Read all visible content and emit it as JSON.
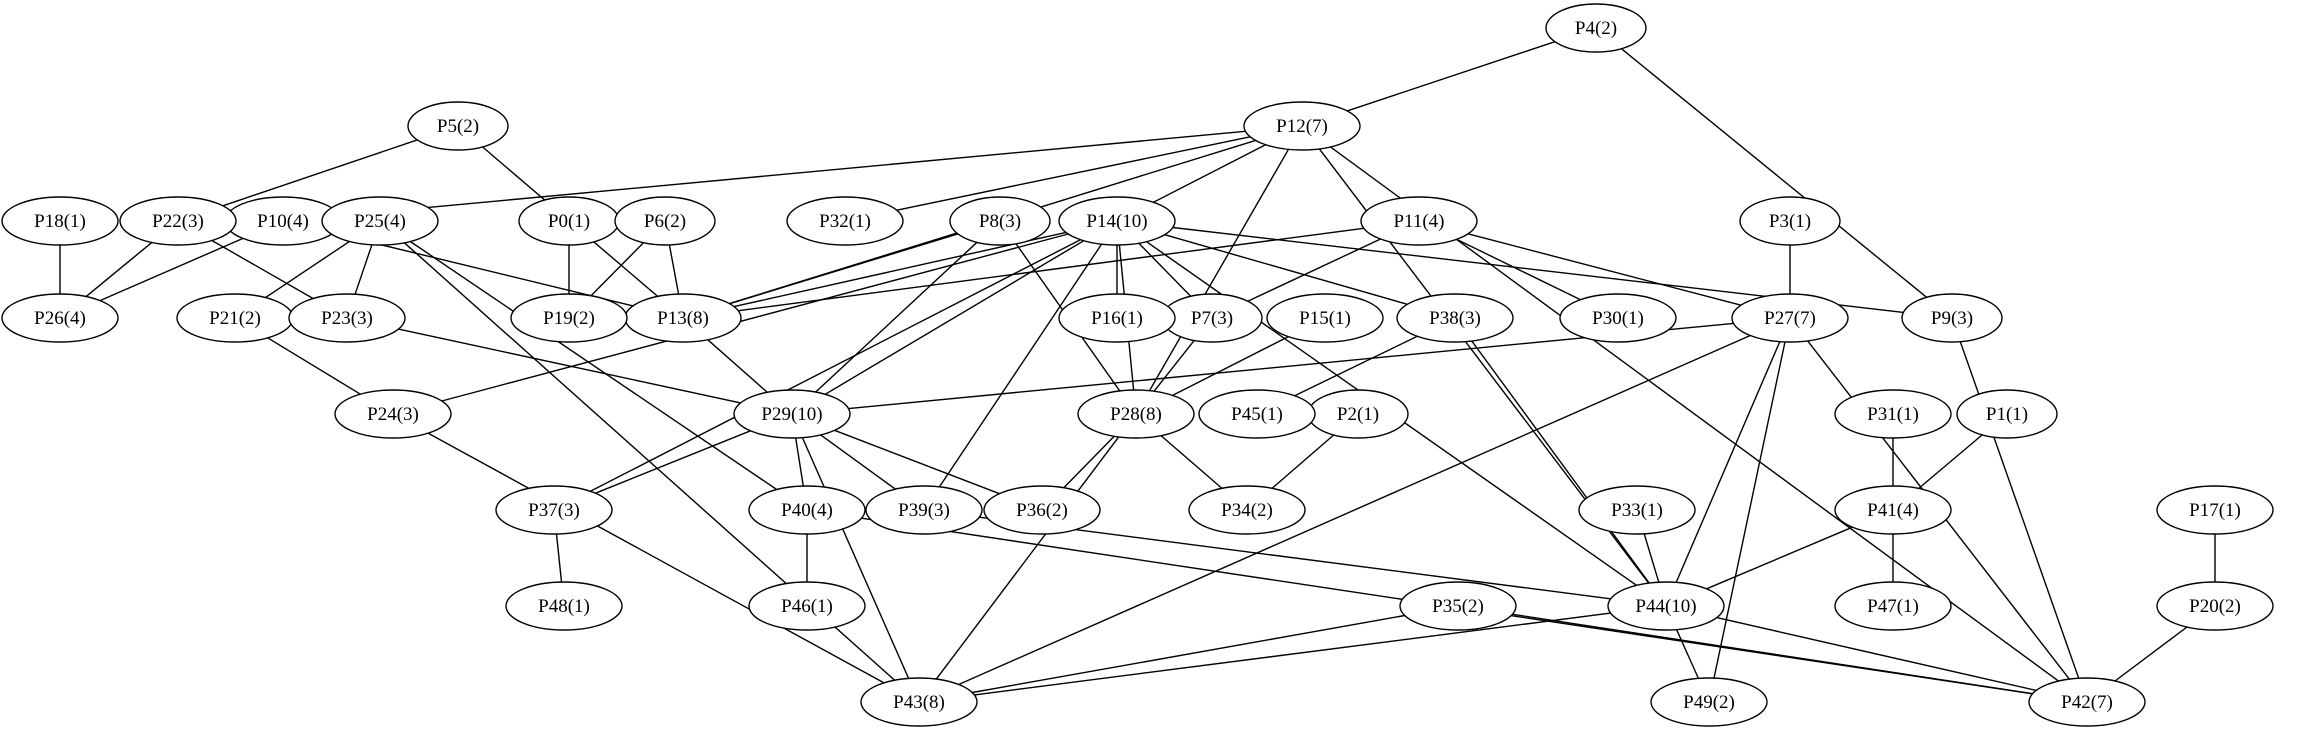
{
  "graph": {
    "nodes": [
      {
        "id": "P0",
        "label": "P0(1)"
      },
      {
        "id": "P1",
        "label": "P1(1)"
      },
      {
        "id": "P2",
        "label": "P2(1)"
      },
      {
        "id": "P3",
        "label": "P3(1)"
      },
      {
        "id": "P4",
        "label": "P4(2)"
      },
      {
        "id": "P5",
        "label": "P5(2)"
      },
      {
        "id": "P6",
        "label": "P6(2)"
      },
      {
        "id": "P7",
        "label": "P7(3)"
      },
      {
        "id": "P8",
        "label": "P8(3)"
      },
      {
        "id": "P9",
        "label": "P9(3)"
      },
      {
        "id": "P10",
        "label": "P10(4)"
      },
      {
        "id": "P11",
        "label": "P11(4)"
      },
      {
        "id": "P12",
        "label": "P12(7)"
      },
      {
        "id": "P13",
        "label": "P13(8)"
      },
      {
        "id": "P14",
        "label": "P14(10)"
      },
      {
        "id": "P15",
        "label": "P15(1)"
      },
      {
        "id": "P16",
        "label": "P16(1)"
      },
      {
        "id": "P17",
        "label": "P17(1)"
      },
      {
        "id": "P18",
        "label": "P18(1)"
      },
      {
        "id": "P19",
        "label": "P19(2)"
      },
      {
        "id": "P20",
        "label": "P20(2)"
      },
      {
        "id": "P21",
        "label": "P21(2)"
      },
      {
        "id": "P22",
        "label": "P22(3)"
      },
      {
        "id": "P23",
        "label": "P23(3)"
      },
      {
        "id": "P24",
        "label": "P24(3)"
      },
      {
        "id": "P25",
        "label": "P25(4)"
      },
      {
        "id": "P26",
        "label": "P26(4)"
      },
      {
        "id": "P27",
        "label": "P27(7)"
      },
      {
        "id": "P28",
        "label": "P28(8)"
      },
      {
        "id": "P29",
        "label": "P29(10)"
      },
      {
        "id": "P30",
        "label": "P30(1)"
      },
      {
        "id": "P31",
        "label": "P31(1)"
      },
      {
        "id": "P32",
        "label": "P32(1)"
      },
      {
        "id": "P33",
        "label": "P33(1)"
      },
      {
        "id": "P34",
        "label": "P34(2)"
      },
      {
        "id": "P35",
        "label": "P35(2)"
      },
      {
        "id": "P36",
        "label": "P36(2)"
      },
      {
        "id": "P37",
        "label": "P37(3)"
      },
      {
        "id": "P38",
        "label": "P38(3)"
      },
      {
        "id": "P39",
        "label": "P39(3)"
      },
      {
        "id": "P40",
        "label": "P40(4)"
      },
      {
        "id": "P41",
        "label": "P41(4)"
      },
      {
        "id": "P42",
        "label": "P42(7)"
      },
      {
        "id": "P43",
        "label": "P43(8)"
      },
      {
        "id": "P44",
        "label": "P44(10)"
      },
      {
        "id": "P45",
        "label": "P45(1)"
      },
      {
        "id": "P46",
        "label": "P46(1)"
      },
      {
        "id": "P47",
        "label": "P47(1)"
      },
      {
        "id": "P48",
        "label": "P48(1)"
      },
      {
        "id": "P49",
        "label": "P49(2)"
      }
    ],
    "edges": [
      [
        "P4",
        "P12"
      ],
      [
        "P4",
        "P9"
      ],
      [
        "P5",
        "P22"
      ],
      [
        "P5",
        "P13"
      ],
      [
        "P12",
        "P10"
      ],
      [
        "P12",
        "P32"
      ],
      [
        "P12",
        "P37"
      ],
      [
        "P12",
        "P13"
      ],
      [
        "P12",
        "P28"
      ],
      [
        "P12",
        "P44"
      ],
      [
        "P12",
        "P42"
      ],
      [
        "P18",
        "P26"
      ],
      [
        "P22",
        "P26"
      ],
      [
        "P22",
        "P23"
      ],
      [
        "P10",
        "P26"
      ],
      [
        "P10",
        "P13"
      ],
      [
        "P25",
        "P21"
      ],
      [
        "P25",
        "P23"
      ],
      [
        "P25",
        "P43"
      ],
      [
        "P25",
        "P40"
      ],
      [
        "P0",
        "P19"
      ],
      [
        "P6",
        "P19"
      ],
      [
        "P6",
        "P13"
      ],
      [
        "P8",
        "P13"
      ],
      [
        "P8",
        "P29"
      ],
      [
        "P8",
        "P28"
      ],
      [
        "P14",
        "P13"
      ],
      [
        "P14",
        "P24"
      ],
      [
        "P14",
        "P29"
      ],
      [
        "P14",
        "P39"
      ],
      [
        "P14",
        "P28"
      ],
      [
        "P14",
        "P16"
      ],
      [
        "P14",
        "P7"
      ],
      [
        "P14",
        "P38"
      ],
      [
        "P14",
        "P44"
      ],
      [
        "P14",
        "P9"
      ],
      [
        "P11",
        "P13"
      ],
      [
        "P11",
        "P7"
      ],
      [
        "P11",
        "P30"
      ],
      [
        "P11",
        "P27"
      ],
      [
        "P3",
        "P27"
      ],
      [
        "P21",
        "P24"
      ],
      [
        "P23",
        "P29"
      ],
      [
        "P13",
        "P29"
      ],
      [
        "P7",
        "P28"
      ],
      [
        "P15",
        "P28"
      ],
      [
        "P38",
        "P45"
      ],
      [
        "P38",
        "P44"
      ],
      [
        "P27",
        "P29"
      ],
      [
        "P27",
        "P43"
      ],
      [
        "P27",
        "P44"
      ],
      [
        "P27",
        "P49"
      ],
      [
        "P27",
        "P42"
      ],
      [
        "P9",
        "P42"
      ],
      [
        "P24",
        "P43"
      ],
      [
        "P29",
        "P37"
      ],
      [
        "P29",
        "P40"
      ],
      [
        "P29",
        "P39"
      ],
      [
        "P29",
        "P36"
      ],
      [
        "P29",
        "P43"
      ],
      [
        "P28",
        "P36"
      ],
      [
        "P28",
        "P34"
      ],
      [
        "P28",
        "P43"
      ],
      [
        "P2",
        "P34"
      ],
      [
        "P31",
        "P41"
      ],
      [
        "P1",
        "P41"
      ],
      [
        "P37",
        "P48"
      ],
      [
        "P40",
        "P46"
      ],
      [
        "P40",
        "P42"
      ],
      [
        "P39",
        "P44"
      ],
      [
        "P33",
        "P44"
      ],
      [
        "P41",
        "P44"
      ],
      [
        "P41",
        "P47"
      ],
      [
        "P17",
        "P20"
      ],
      [
        "P20",
        "P42"
      ],
      [
        "P35",
        "P43"
      ],
      [
        "P35",
        "P42"
      ],
      [
        "P44",
        "P43"
      ],
      [
        "P44",
        "P49"
      ],
      [
        "P44",
        "P42"
      ]
    ]
  }
}
